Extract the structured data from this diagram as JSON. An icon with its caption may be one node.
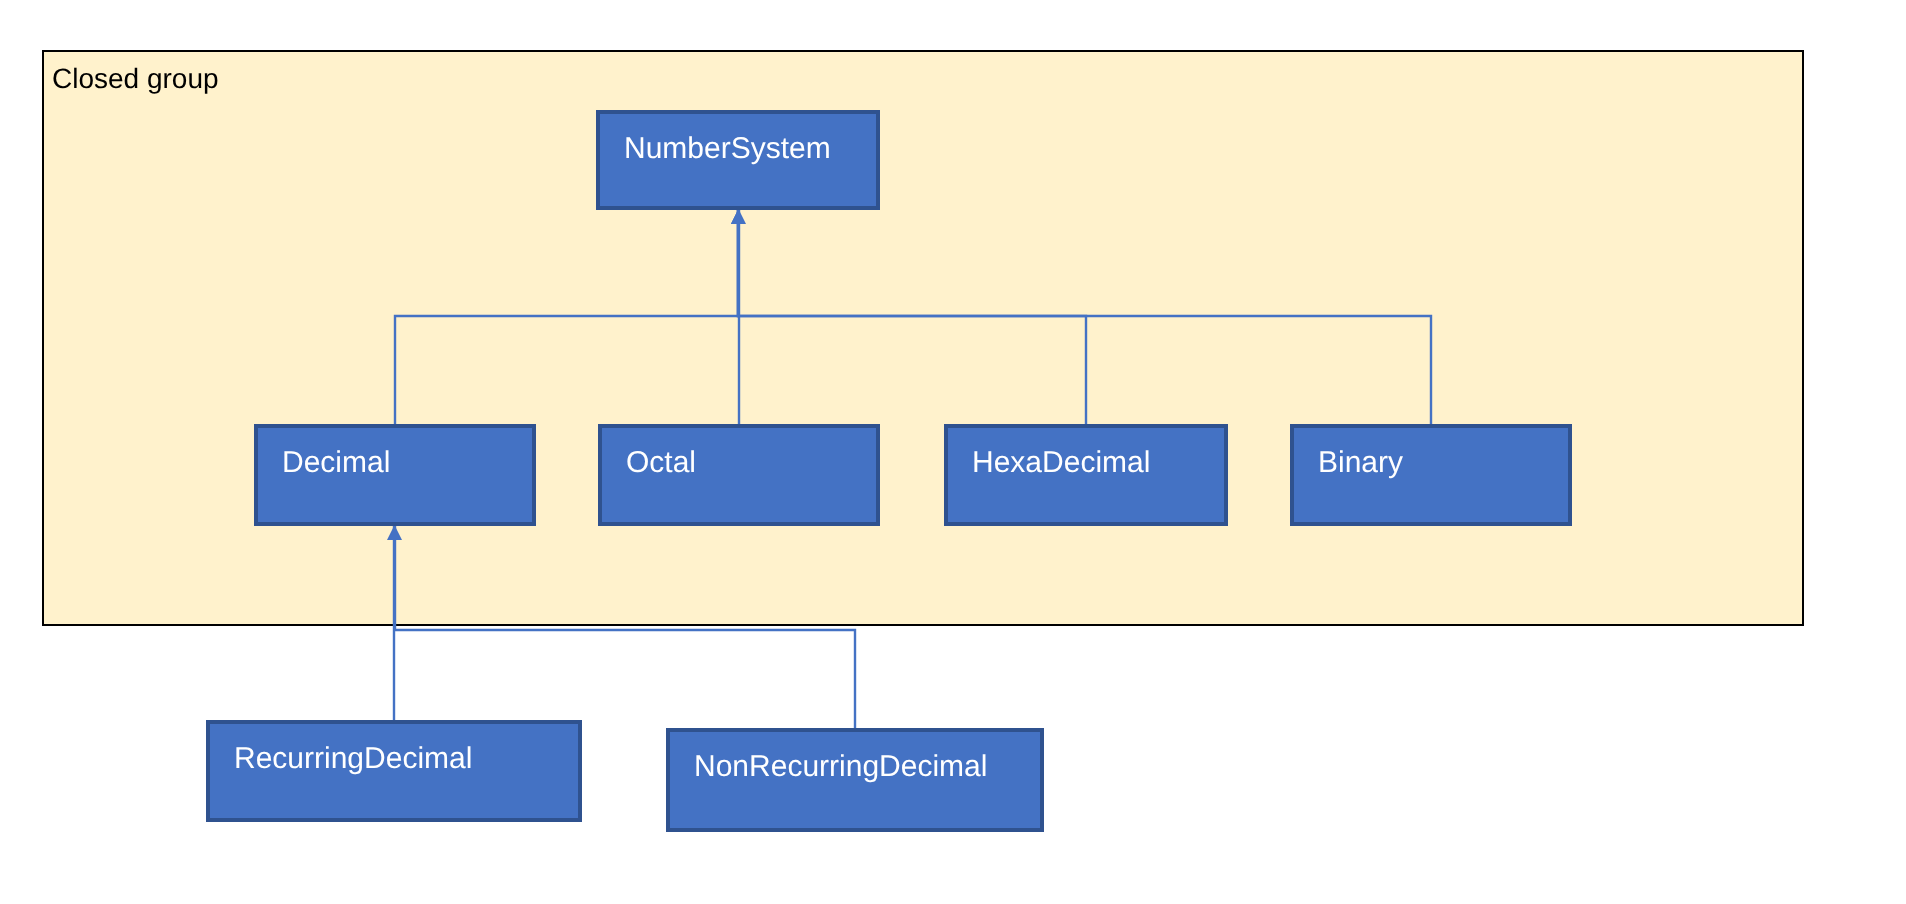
{
  "diagram": {
    "nodes": [
      {
        "text": [
          "Closed group"
        ]
      },
      {
        "text": [
          "NumberSystem"
        ],
        "in": 0
      },
      {
        "text": [
          "Decimal"
        ],
        "in": 0
      },
      {
        "text": [
          "Octal"
        ],
        "in": 0
      },
      {
        "text": [
          "HexaDecimal"
        ],
        "in": 0
      },
      {
        "text": [
          "Binary"
        ],
        "in": 0
      },
      {
        "text": [
          "RecurringDecimal"
        ]
      },
      {
        "text": [
          "NonRecurringDecimal"
        ]
      }
    ],
    "edges": [
      {
        "from": 2,
        "to": 1,
        "arrow": "to"
      },
      {
        "from": 3,
        "to": 1,
        "arrow": "to"
      },
      {
        "from": 4,
        "to": 1,
        "arrow": "to"
      },
      {
        "from": 5,
        "to": 1,
        "arrow": "to"
      },
      {
        "from": 6,
        "to": 2,
        "arrow": "to"
      },
      {
        "from": 7,
        "to": 2,
        "arrow": "to"
      }
    ]
  }
}
